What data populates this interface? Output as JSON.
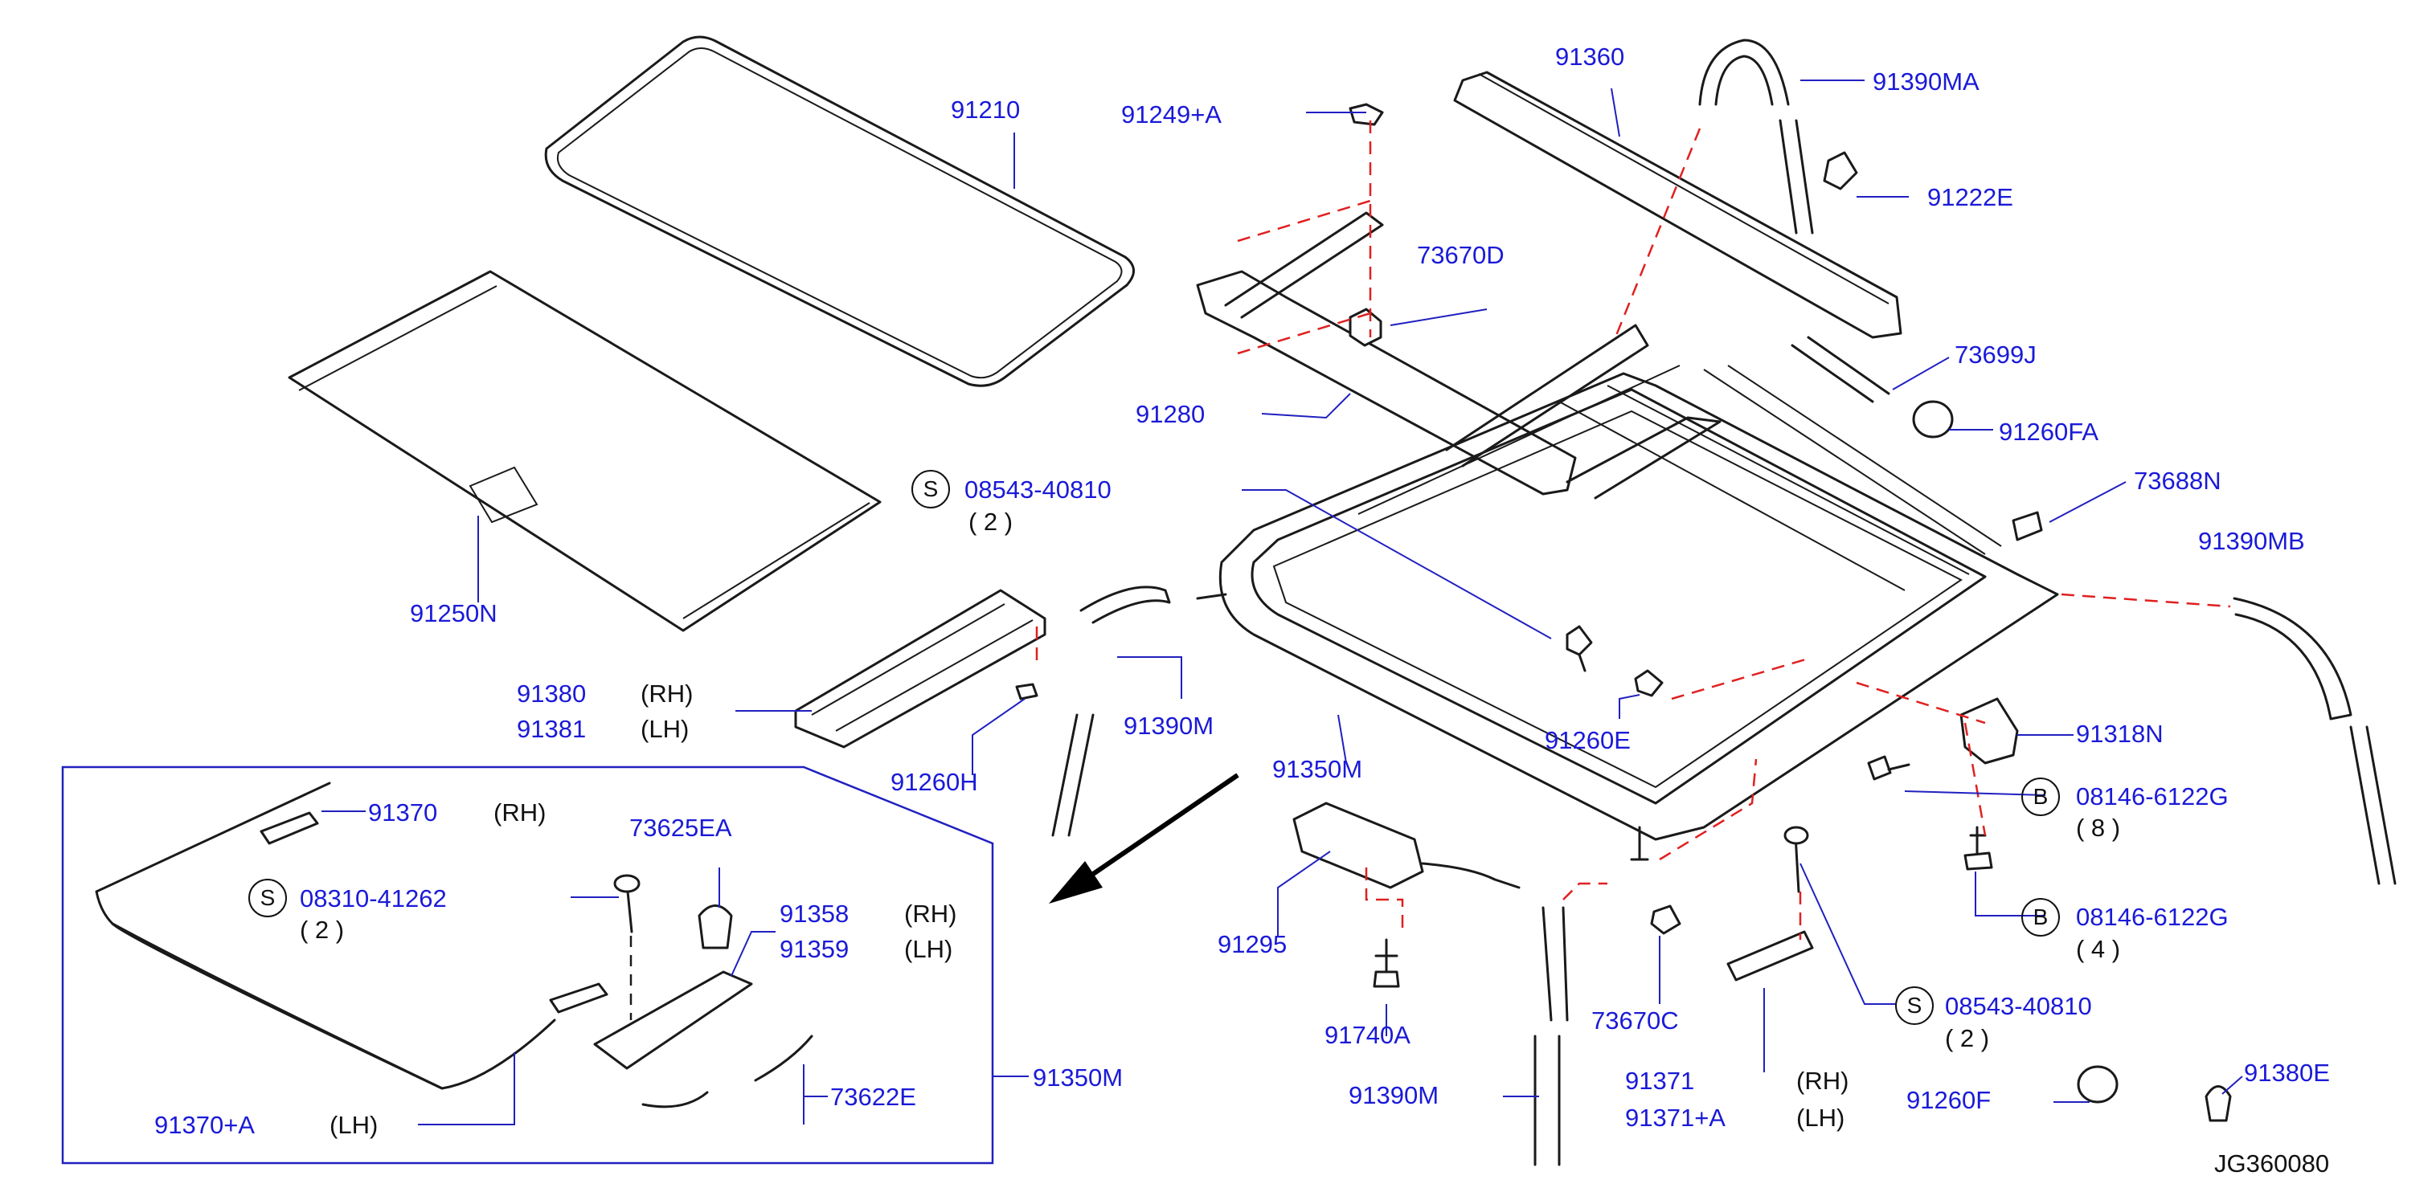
{
  "diagram_id": "JG360080",
  "parts": {
    "p91210": "91210",
    "p91250N": "91250N",
    "p91249A": "91249+A",
    "p91360": "91360",
    "p91390MA": "91390MA",
    "p91222E": "91222E",
    "p73670D": "73670D",
    "p73699J": "73699J",
    "p91280": "91280",
    "p91260FA": "91260FA",
    "p73688N": "73688N",
    "p08543_1": "08543-40810",
    "qty_2a": "( 2 )",
    "p91390MB": "91390MB",
    "p91380": "91380",
    "p91381": "91381",
    "rh_1": "(RH)",
    "lh_1": "(LH)",
    "p91390M_1": "91390M",
    "p91260H": "91260H",
    "p91260E": "91260E",
    "p91350M_1": "91350M",
    "p91318N": "91318N",
    "p08146_1": "08146-6122G",
    "qty_8": "( 8 )",
    "p08146_2": "08146-6122G",
    "qty_4": "( 4 )",
    "p91370": "91370",
    "rh_2": "(RH)",
    "p73625EA": "73625EA",
    "p08310": "08310-41262",
    "qty_2b": "( 2 )",
    "p91358": "91358",
    "rh_3": "(RH)",
    "p91359": "91359",
    "lh_3": "(LH)",
    "p73622E": "73622E",
    "p91370A": "91370+A",
    "lh_2": "(LH)",
    "p91350M_2": "91350M",
    "p91295": "91295",
    "p91740A": "91740A",
    "p73670C": "73670C",
    "p91390M_2": "91390M",
    "p91371": "91371",
    "rh_4": "(RH)",
    "p91371A": "91371+A",
    "lh_4": "(LH)",
    "p08543_2": "08543-40810",
    "qty_2c": "( 2 )",
    "p91260F": "91260F",
    "p91380E": "91380E"
  },
  "markers": {
    "S": "S",
    "B": "B"
  },
  "colors": {
    "part_number": "#1a1ad8",
    "leader": "#2020c0",
    "assembly_dash": "#e02020",
    "line": "#1a1a1a"
  }
}
